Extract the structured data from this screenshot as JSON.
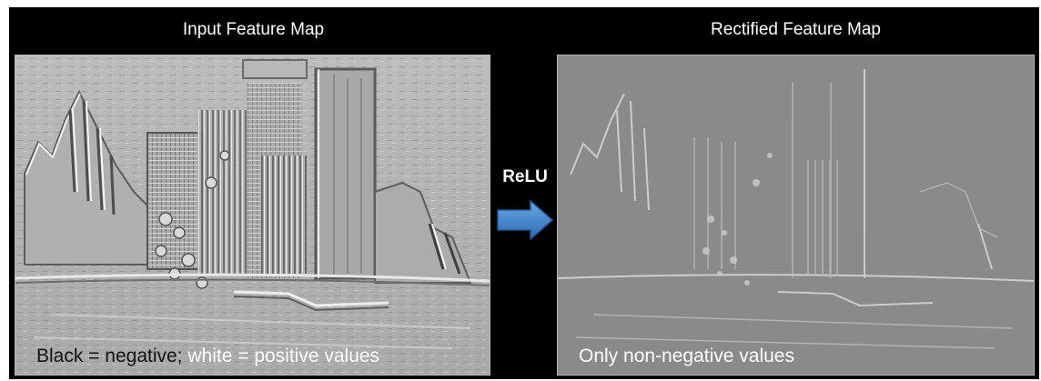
{
  "panels": {
    "left": {
      "title": "Input Feature Map",
      "caption_part1": "Black = negative; ",
      "caption_part2": "white = positive values"
    },
    "right": {
      "title": "Rectified Feature Map",
      "caption": "Only non-negative values"
    }
  },
  "operation": {
    "label": "ReLU",
    "arrow_icon": "right-arrow-icon",
    "arrow_color": "#3a7cc4"
  },
  "colors": {
    "background": "#000000",
    "left_map_base": "#b4b4b4",
    "right_map_base": "#8a8a8a"
  }
}
